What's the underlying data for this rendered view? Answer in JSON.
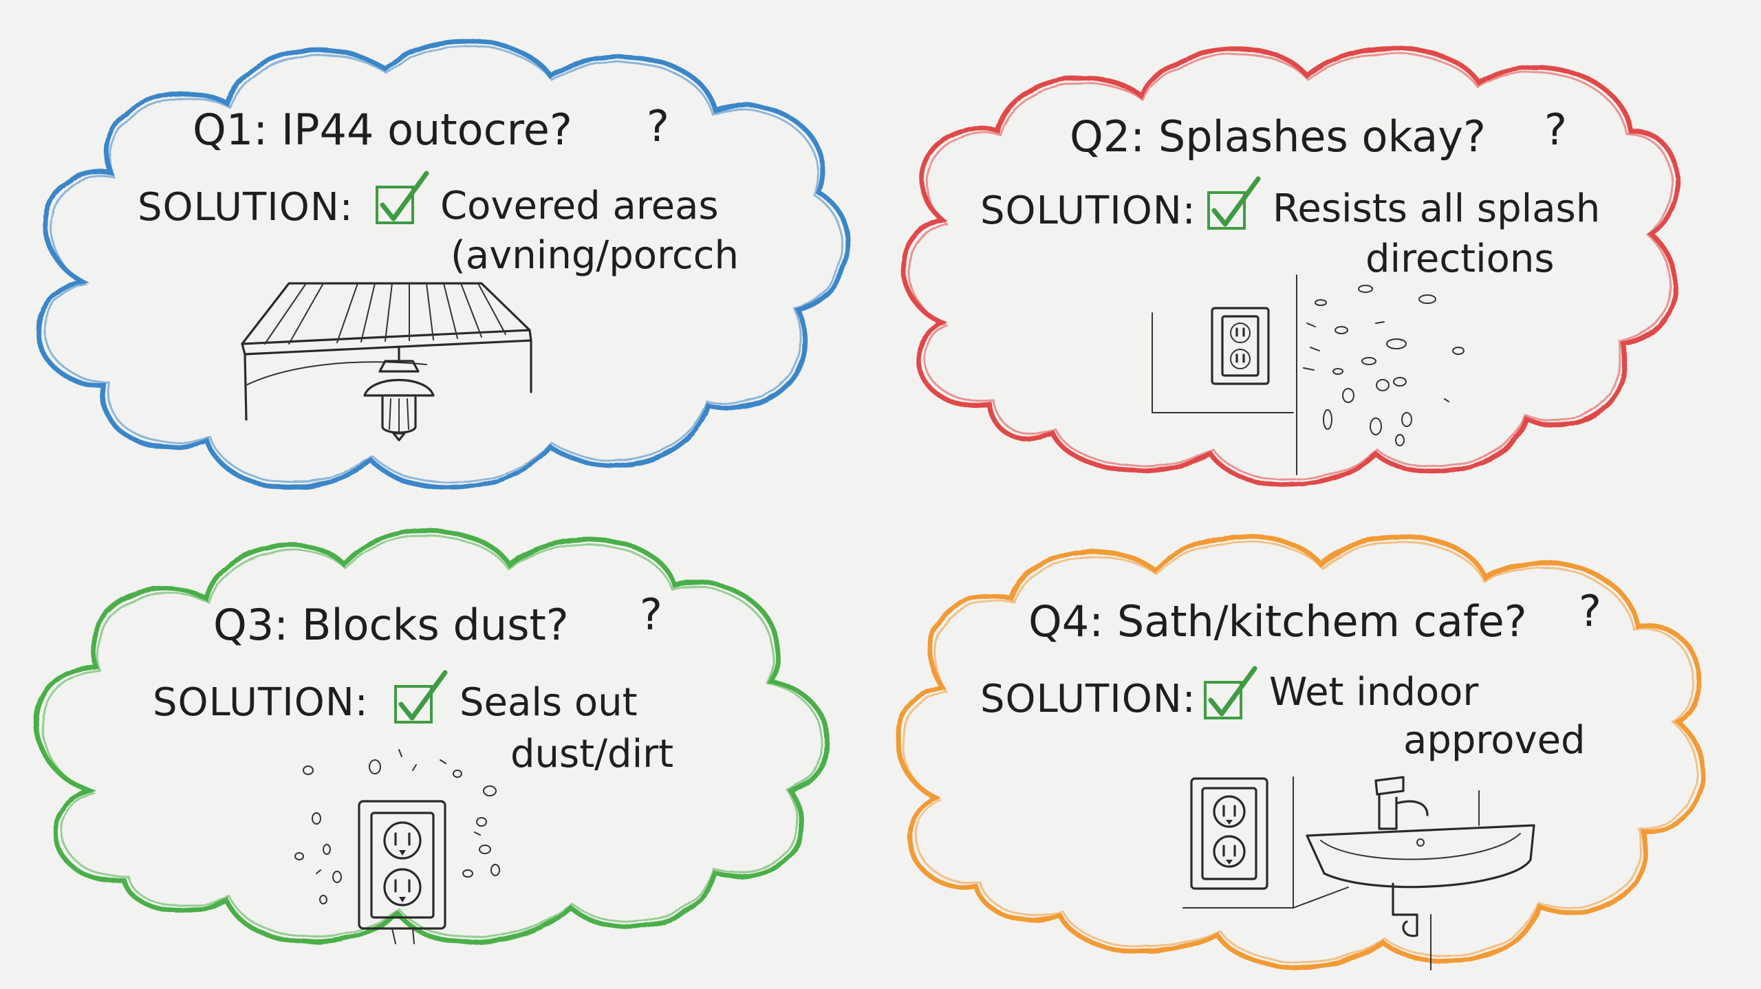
{
  "panels": [
    {
      "id": "q1",
      "color": "#3a86c8",
      "question": "Q1: IP44 outocre?",
      "question_mark": "?",
      "solution_label": "SOLUTION:",
      "solution_line1": "Covered areas",
      "solution_line2": "(avning/porcch",
      "illustration": "awning-lamp"
    },
    {
      "id": "q2",
      "color": "#e04848",
      "question": "Q2: Splashes okay?",
      "question_mark": "?",
      "solution_label": "SOLUTION:",
      "solution_line1": "Resists all splash",
      "solution_line2": "directions",
      "illustration": "outlet-splash"
    },
    {
      "id": "q3",
      "color": "#4caf4a",
      "question": "Q3: Blocks dust?",
      "question_mark": "?",
      "solution_label": "SOLUTION:",
      "solution_line1": "Seals out",
      "solution_line2": "dust/dirt",
      "illustration": "outlet-dust"
    },
    {
      "id": "q4",
      "color": "#f29a35",
      "question": "Q4: Sath/kitchem cafe?",
      "question_mark": "?",
      "solution_label": "SOLUTION:",
      "solution_line1": "Wet indoor",
      "solution_line2": "approved",
      "illustration": "outlet-sink"
    }
  ],
  "checkbox_color": "#3f9b43",
  "icons": [
    "cloud-outline",
    "checkbox-check-icon",
    "awning-icon",
    "lamp-icon",
    "outlet-icon",
    "water-drops-icon",
    "dust-particles-icon",
    "sink-icon",
    "faucet-icon"
  ]
}
